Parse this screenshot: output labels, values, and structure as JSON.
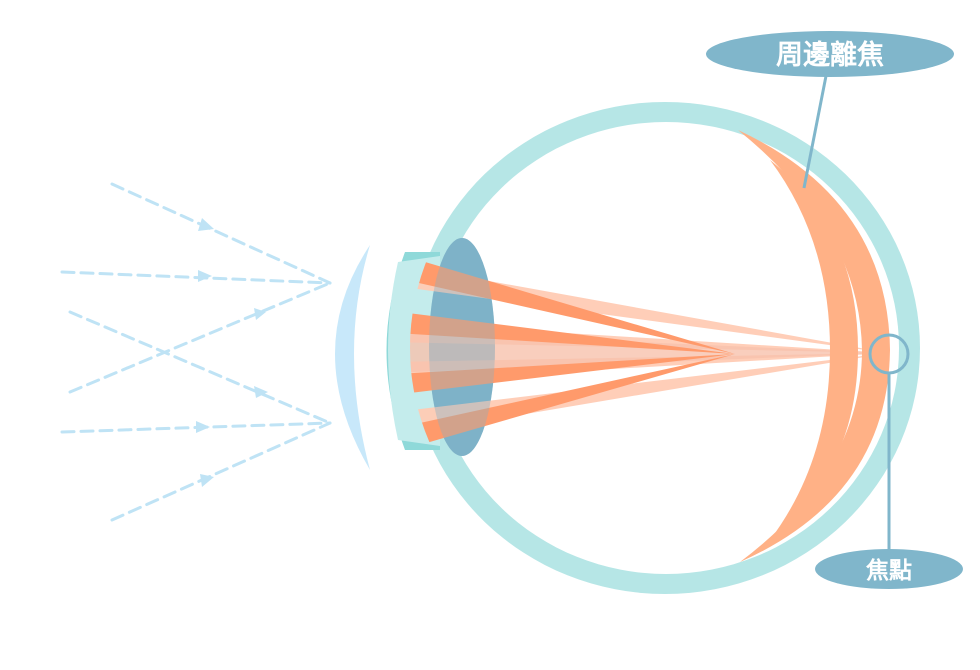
{
  "labels": {
    "peripheral_defocus": "周邊離焦",
    "focal_point": "焦點"
  },
  "colors": {
    "background": "#ffffff",
    "eye_wall": "#b6e6e6",
    "cornea_tint": "#8fd9d9",
    "eye_interior": "#ffffff",
    "crystalline_lens": "#7fb3c8",
    "contact_lens": "#c8e8fa",
    "incoming_rays": "#bfe3f5",
    "ray_dark": "#ff9a6b",
    "ray_light": "#ffcbb4",
    "defocus_band": "#ffb186",
    "callout": "#80b6cb",
    "callout_text": "#ffffff"
  },
  "icons": {
    "incoming_ray_arrow": "arrowhead"
  }
}
